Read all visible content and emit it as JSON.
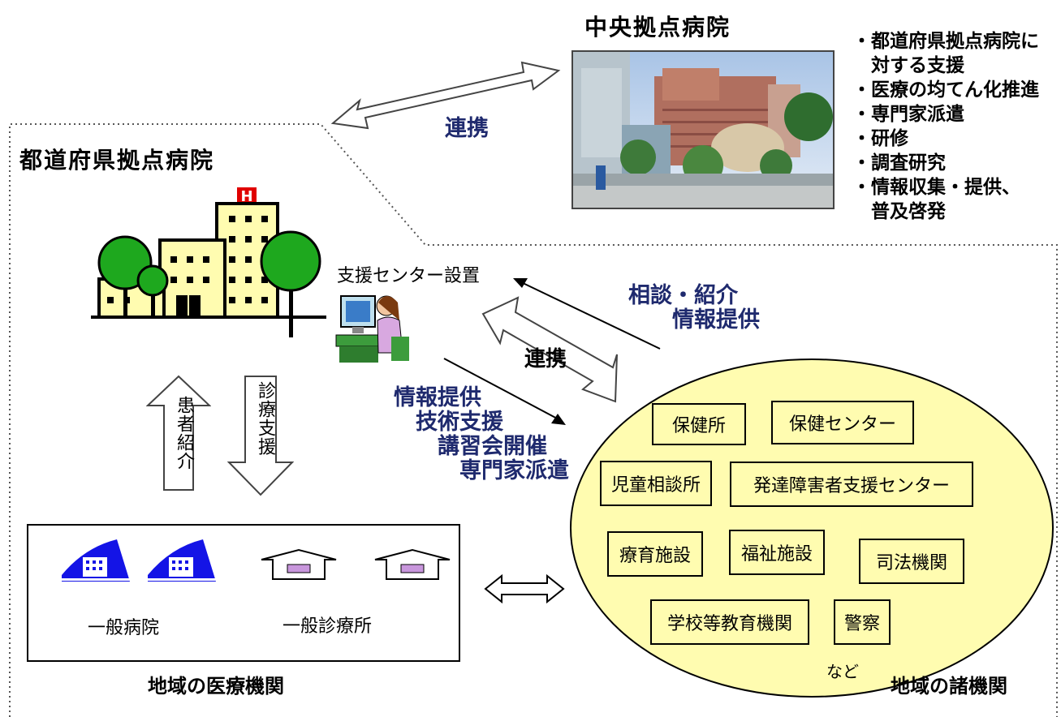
{
  "central_hospital": {
    "title": "中央拠点病院",
    "bullets": [
      "・都道府県拠点病院に",
      "　対する支援",
      "・医療の均てん化推進",
      "・専門家派遣",
      "・研修",
      "・調査研究",
      "・情報収集・提供、",
      "　普及啓発"
    ]
  },
  "prefectural_hospital": {
    "title": "都道府県拠点病院"
  },
  "support_center": {
    "label": "支援センター設置"
  },
  "links": {
    "top_renkei": "連携",
    "mid_renkei": "連携",
    "consult": [
      "相談・紹介",
      "　　情報提供"
    ],
    "provide": [
      "情報提供",
      "　技術支援",
      "　　講習会開催",
      "　　　専門家派遣"
    ]
  },
  "vertical_arrows": {
    "up": "患者紹介",
    "down": "診療支援"
  },
  "local_medical": {
    "caption": "地域の医療機関",
    "general_hospital": "一般病院",
    "general_clinic": "一般診療所"
  },
  "regional_orgs": {
    "caption": "地域の諸機関",
    "etc": "など",
    "items": [
      "保健所",
      "保健センター",
      "児童相談所",
      "発達障害者支援センター",
      "療育施設",
      "福祉施設",
      "司法機関",
      "学校等教育機関",
      "警察"
    ]
  },
  "colors": {
    "label_blue": "#1f2a6e",
    "ellipse_fill": "#fffcb0",
    "tree_green": "#1ea81e",
    "building_fill": "#fffcb0",
    "hospital_icon_blue": "#1414e6",
    "clinic_icon_fill": "#c896dc"
  }
}
